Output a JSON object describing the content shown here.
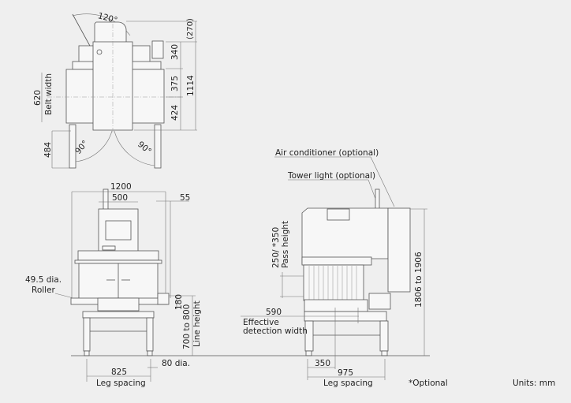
{
  "top_view": {
    "angle_hood": "120°",
    "dim_270": "(270)",
    "dim_340": "340",
    "dim_375": "375",
    "dim_424": "424",
    "dim_1114": "1114",
    "dim_620": "620",
    "belt_width_label": "Belt width",
    "dim_484": "484",
    "angle_left": "90°",
    "angle_right": "90°"
  },
  "front_view": {
    "dim_1200": "1200",
    "dim_500": "500",
    "dim_55": "55",
    "roller_dia": "49.5 dia.",
    "roller_label": "Roller",
    "dim_180": "180",
    "line_height_value": "700 to 800",
    "line_height_label": "Line height",
    "foot_dia": "80 dia.",
    "leg_spacing_value": "825",
    "leg_spacing_label": "Leg spacing"
  },
  "side_view": {
    "air_conditioner_label": "Air conditioner (optional)",
    "tower_light_label": "Tower light (optional)",
    "pass_height_value": "250/ *350",
    "pass_height_label": "Pass height",
    "total_height": "1806 to 1906",
    "detection_width_value": "590",
    "detection_width_label_1": "Effective",
    "detection_width_label_2": "detection width",
    "dim_350": "350",
    "leg_spacing_value": "975",
    "leg_spacing_label": "Leg spacing"
  },
  "notes": {
    "optional_note": "*Optional",
    "units": "Units: mm"
  }
}
